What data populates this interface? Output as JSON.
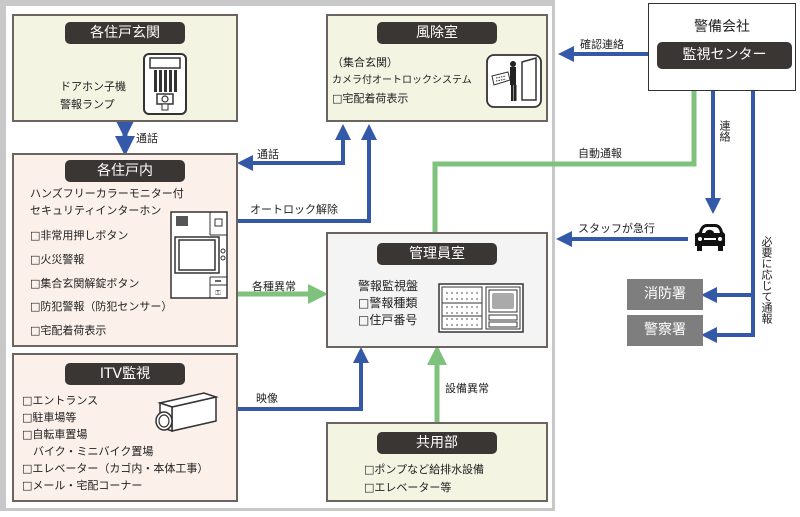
{
  "colors": {
    "blue_arrow": "#3459a8",
    "green_arrow": "#7ec27d",
    "tag_bg": "#3a3634",
    "agency_bg": "#7e7e7e",
    "cream": "#f3f4e2",
    "pink": "#fbf0ea"
  },
  "entrance": {
    "title": "各住戸玄関",
    "lines": [
      "ドアホン子機",
      "警報ランプ"
    ],
    "icon": "door-phone-icon"
  },
  "windbreak": {
    "title": "風除室",
    "lines": [
      "（集合玄関）",
      "カメラ付オートロックシステム",
      "□宅配着荷表示"
    ],
    "icon": "autolock-panel-icon"
  },
  "unit": {
    "title": "各住戸内",
    "lines": [
      "ハンズフリーカラーモニター付",
      "セキュリティインターホン",
      "□非常用押しボタン",
      "□火災警報",
      "□集合玄関解錠ボタン",
      "□防犯警報（防犯センサー）",
      "□宅配着荷表示"
    ],
    "icon": "intercom-monitor-icon"
  },
  "itv": {
    "title": "ITV監視",
    "lines": [
      "□エントランス",
      "□駐車場等",
      "□自転車置場",
      "　バイク・ミニバイク置場",
      "□エレベーター（カゴ内・本体工事）",
      "□メール・宅配コーナー"
    ],
    "icon": "security-camera-icon"
  },
  "office": {
    "title": "管理員室",
    "lines": [
      "警報監視盤",
      "□警報種類",
      "□住戸番号"
    ],
    "icon": "alarm-panel-icon"
  },
  "common": {
    "title": "共用部",
    "lines": [
      "□ポンプなど給排水設備",
      "□エレベーター等"
    ]
  },
  "security": {
    "company": "警備会社",
    "center": "監視センター"
  },
  "agencies": [
    "消防署",
    "警察署"
  ],
  "labels": {
    "call_entrance": "通話",
    "call_windbreak": "通話",
    "autolock_release": "オートロック解除",
    "various_anomaly": "各種異常",
    "video": "映像",
    "equipment_anomaly": "設備異常",
    "confirm_contact": "確認連絡",
    "auto_report": "自動通報",
    "contact": "連絡",
    "staff_rush": "スタッフが急行",
    "report_if_needed": "必要に応じて通報"
  }
}
